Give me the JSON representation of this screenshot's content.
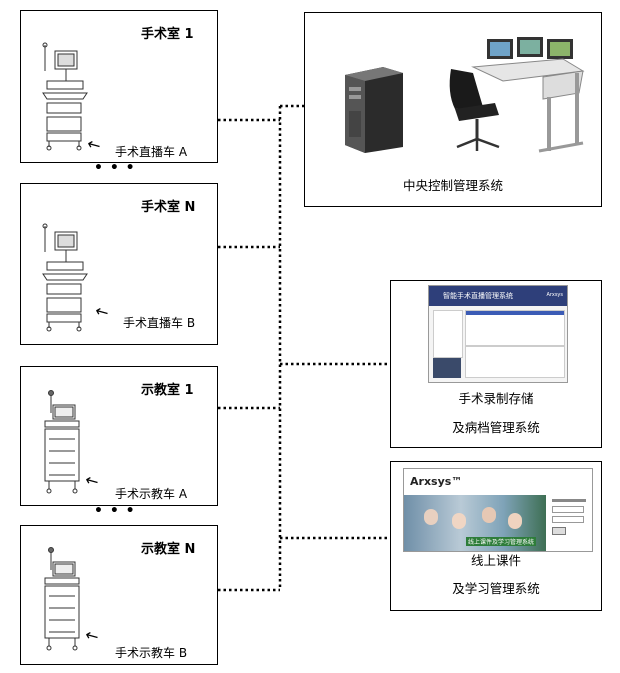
{
  "rooms": [
    {
      "title": "手术室 1",
      "cart": "手术直播车  A"
    },
    {
      "title": "手术室 N",
      "cart": "手术直播车  B"
    },
    {
      "title": "示教室 1",
      "cart": "手术示教车 A"
    },
    {
      "title": "示教室 N",
      "cart": "手术示教车 B"
    }
  ],
  "ellipsis": "• • •",
  "systems": {
    "central": "中央控制管理系统",
    "record_line1": "手术录制存储",
    "record_line2": "及病档管理系统",
    "course_line1": "线上课件",
    "course_line2": "及学习管理系统"
  },
  "screens": {
    "record_header": "智能手术直播管理系统",
    "record_brand": "Arxsys",
    "course_brand": "Arxsys™",
    "course_caption": "线上课件及学习管理系统"
  },
  "colors": {
    "line": "#000000",
    "header_blue": "#2e3f7a",
    "course_green": "#2e7d3a"
  }
}
